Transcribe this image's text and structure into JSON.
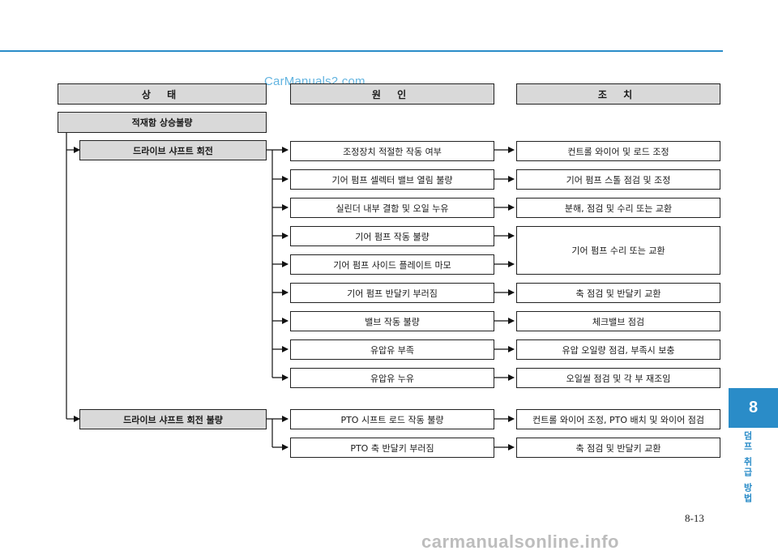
{
  "watermark_top": "CarManuals2.com",
  "headers": {
    "state": "상 태",
    "cause": "원 인",
    "action": "조 치"
  },
  "main_state": "적재함 상승불량",
  "groups": [
    {
      "label": "드라이브 샤프트 회전"
    },
    {
      "label": "드라이브 샤프트 회전 불량"
    }
  ],
  "causes": [
    "조정장치 적절한 작동 여부",
    "기어 펌프 셀렉터 밸브 열림 불량",
    "실린더 내부 결함 및 오일 누유",
    "기어 펌프 작동 불량",
    "기어 펌프 사이드 플레이트 마모",
    "기어 펌프 반달키 부러짐",
    "밸브 작동 불량",
    "유압유 부족",
    "유압유 누유",
    "PTO 시프트 로드 작동 불량",
    "PTO 축 반달키 부러짐"
  ],
  "actions": [
    "컨트롤 와이어 및 로드 조정",
    "기어 펌프 스톨 점검 및 조정",
    "분해, 점검 및 수리 또는 교환",
    "기어 펌프 수리 또는 교환",
    "축 점검 및 반달키 교환",
    "체크밸브 점검",
    "유압 오일량 점검, 부족시 보충",
    "오일씰 점검 및 각 부 재조임",
    "컨트롤 와이어 조정, PTO 배치 및 와이어 점검",
    "축 점검 및 반달키 교환"
  ],
  "chapter_number": "8",
  "chapter_title": "덤프 취급 방법",
  "page_number": "8-13",
  "watermark_bottom": "carmanualsonline.info",
  "colors": {
    "accent": "#2a8cc8",
    "box_fill": "#d9d9d9"
  }
}
